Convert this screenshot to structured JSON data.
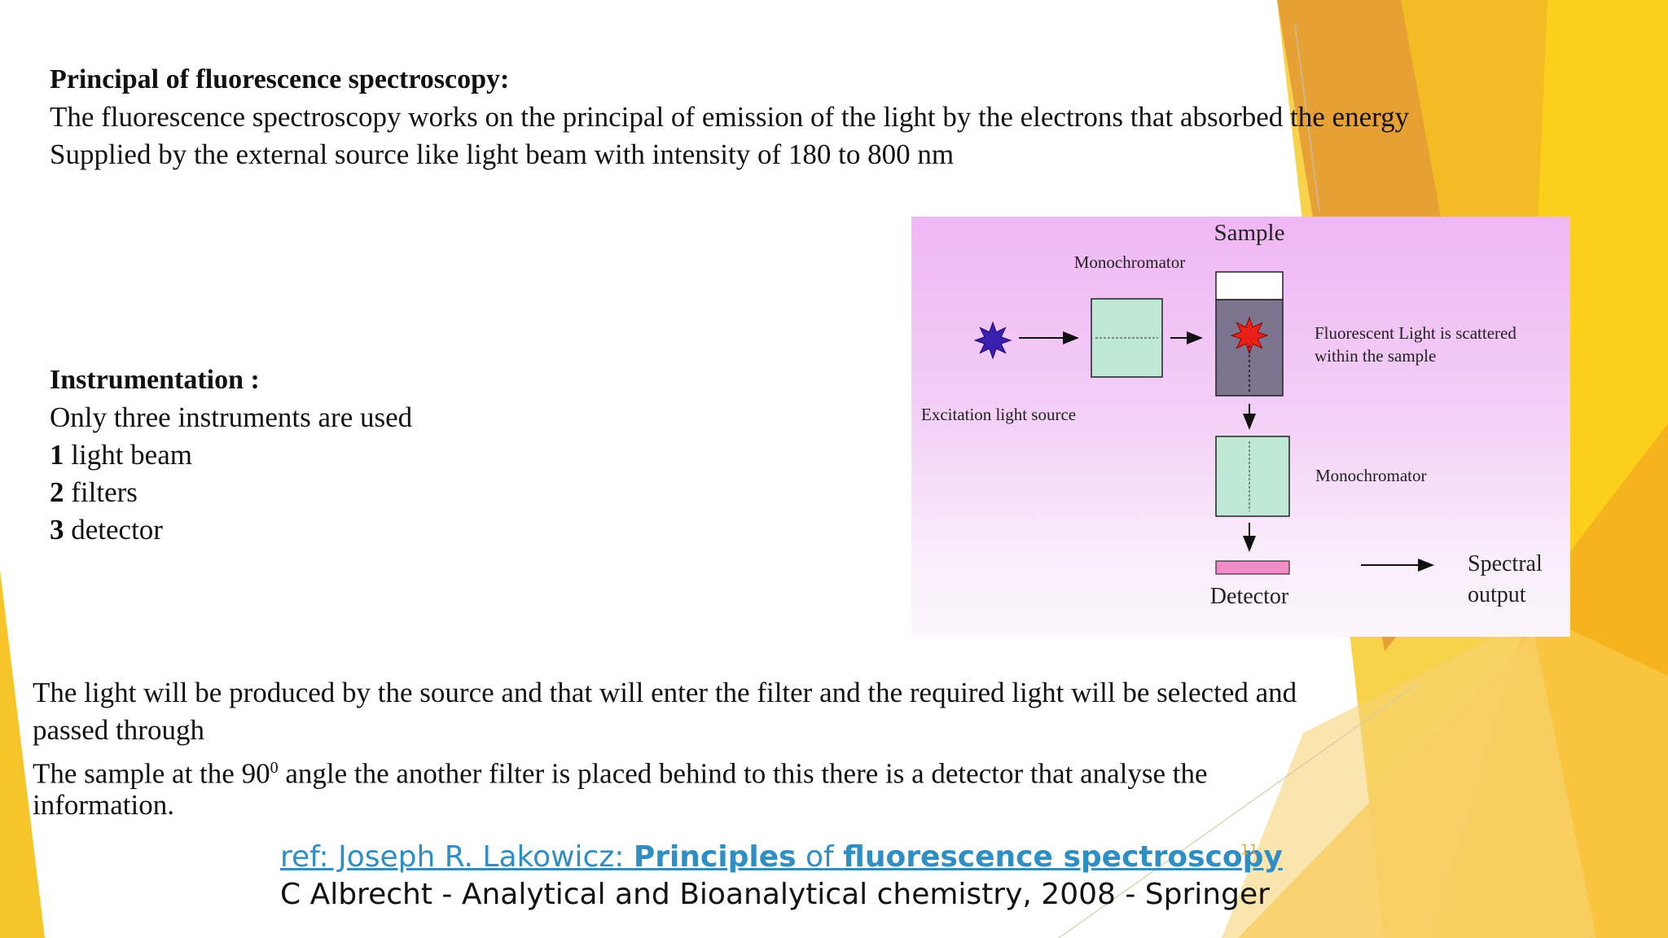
{
  "section1": {
    "heading": "Principal of fluorescence spectroscopy:",
    "line1": "The fluorescence spectroscopy works on the principal of emission of the light by the electrons that absorbed the energy",
    "line2": "Supplied by the external source like light beam with intensity of 180 to 800 nm"
  },
  "instrumentation": {
    "heading": "Instrumentation :",
    "intro": "Only three  instruments are used",
    "items": [
      {
        "num": "1",
        "label": " light beam"
      },
      {
        "num": "2",
        "label": " filters"
      },
      {
        "num": "3",
        "label": " detector"
      }
    ]
  },
  "diagram": {
    "sample_label": "Sample",
    "monochromator_top": "Monochromator",
    "fluorescent_line1": "Fluorescent Light is scattered",
    "fluorescent_line2": "within the sample",
    "excitation_label": "Excitation light source",
    "monochromator_right": "Monochromator",
    "detector_label": "Detector",
    "spectral_line1": "Spectral",
    "spectral_line2": "output",
    "colors": {
      "source_star": "#3a1fb0",
      "sample_star": "#e8201a",
      "monochromator_fill": "#bfe8d6",
      "sample_fill": "#7d7590",
      "detector_fill": "#f08cc8"
    }
  },
  "paragraph": {
    "line1": "The light will be produced by the source and that will enter the filter and the required light will be selected and",
    "line2": "passed through",
    "line3_a": "The sample at the 90",
    "line3_sup": "0",
    "line3_b": " angle the another filter is placed behind to this there is a detector that analyse the",
    "line4": "information."
  },
  "reference": {
    "prefix": " ref: Joseph R. Lakowicz: ",
    "w1": "Principles",
    "of": " of ",
    "w2": "fluorescence spectroscopy",
    "line2": "C Albrecht - Analytical and Bioanalytical chemistry, 2008 - Springer",
    "page_number": "11"
  },
  "theme_colors": {
    "accent_orange": "#e8a030",
    "accent_yellow": "#f7c21c"
  }
}
